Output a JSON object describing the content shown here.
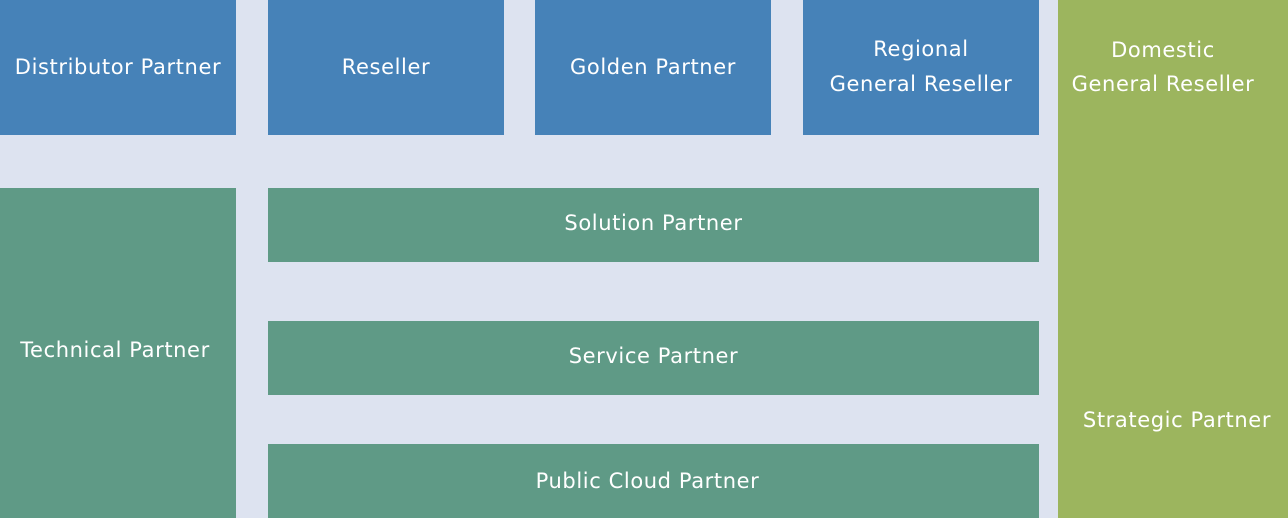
{
  "top_row": {
    "distributor": "Distributor Partner",
    "reseller": "Reseller",
    "golden": "Golden Partner",
    "regional_line1": "Regional",
    "regional_line2": "General Reseller"
  },
  "technical": "Technical Partner",
  "middle": {
    "solution": "Solution Partner",
    "service": "Service Partner",
    "public_cloud": "Public Cloud Partner"
  },
  "right_column": {
    "domestic_line1": "Domestic",
    "domestic_line2": "General Reseller",
    "strategic": "Strategic Partner"
  },
  "colors": {
    "background": "#dde3f0",
    "blue": "#4682b8",
    "teal": "#5f9a86",
    "green": "#9cb55e",
    "text": "#ffffff"
  }
}
